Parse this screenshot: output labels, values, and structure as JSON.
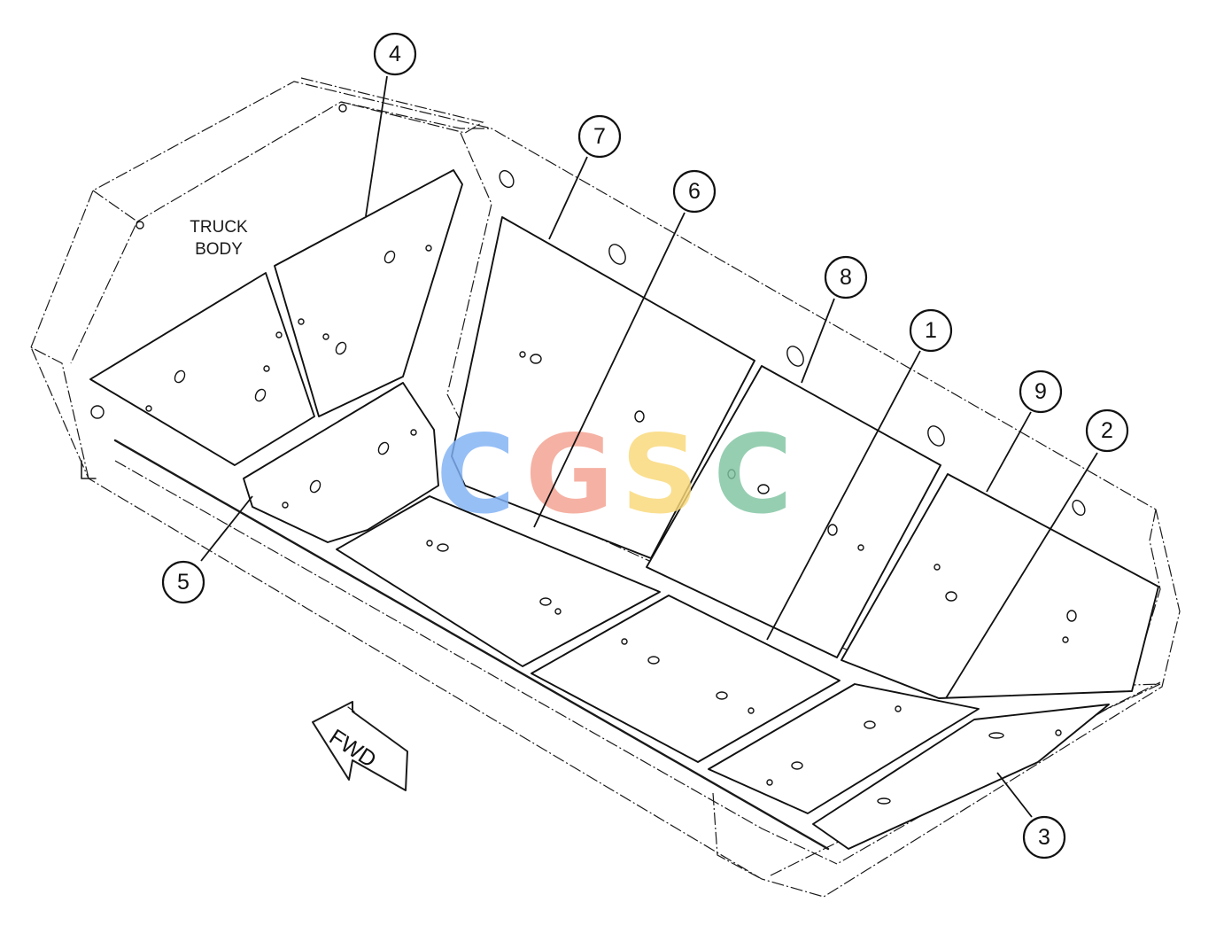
{
  "diagram": {
    "body_label_line1": "TRUCK",
    "body_label_line2": "BODY",
    "fwd_label": "FWD",
    "callouts": [
      "1",
      "2",
      "3",
      "4",
      "5",
      "6",
      "7",
      "8",
      "9"
    ],
    "watermark": {
      "letters": [
        "C",
        "G",
        "S",
        "C"
      ],
      "colors": [
        "#7fb2f5",
        "#f4a090",
        "#f9d978",
        "#7fc4a0"
      ]
    }
  }
}
